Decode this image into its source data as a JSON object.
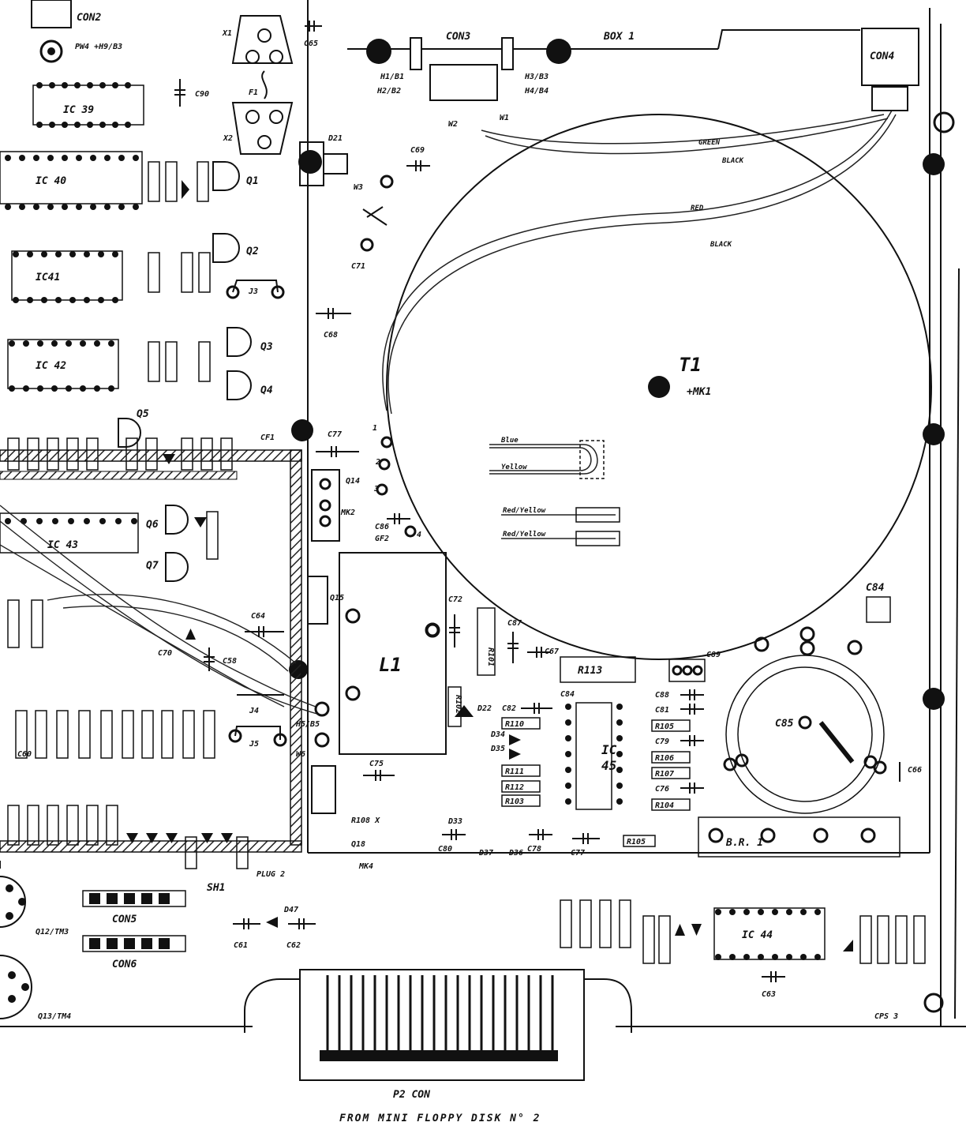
{
  "connectors": {
    "con2": "CON2",
    "con3": "CON3",
    "con4": "CON4",
    "con5": "CON5",
    "con6": "CON6",
    "box": "BOX 1",
    "p2": "P2 CON",
    "cps3": "CPS 3"
  },
  "footer": {
    "source": "FROM MINI FLOPPY DISK N° 2"
  },
  "transformer": {
    "label": "T1",
    "mount": "+MK1"
  },
  "inductor": {
    "label": "L1"
  },
  "ics": {
    "ic39": "IC 39",
    "ic40": "IC 40",
    "ic41": "IC41",
    "ic42": "IC 42",
    "ic43": "IC 43",
    "ic44": "IC 44",
    "ic45_a": "IC",
    "ic45_b": "45"
  },
  "transistors": {
    "q1": "Q1",
    "q2": "Q2",
    "q3": "Q3",
    "q4": "Q4",
    "q5": "Q5",
    "q6": "Q6",
    "q7": "Q7",
    "q14": "Q14",
    "q15": "Q15",
    "q18": "Q18",
    "q12": "Q12/TM3",
    "q13": "Q13/TM4"
  },
  "capacitors": {
    "c65": "C65",
    "c90": "C90",
    "c69": "C69",
    "c71": "C71",
    "c68": "C68",
    "c77": "C77",
    "c86": "C86",
    "c72": "C72",
    "c87": "C87",
    "c67": "C67",
    "c84": "C84",
    "c85": "C85",
    "c64": "C64",
    "c58": "C58",
    "c70": "C70",
    "c60": "C60",
    "c61": "C61",
    "c62": "C62",
    "c63": "C63",
    "c75": "C75",
    "c80": "C80",
    "c78": "C78",
    "c77b": "C77",
    "c82": "C82",
    "c81": "C81",
    "c88": "C88",
    "c79": "C79",
    "c76": "C76",
    "c66": "C66",
    "c84b": "C84",
    "c89": "C89"
  },
  "resistors": {
    "r113": "R113",
    "r101": "R101",
    "r102": "R102",
    "r110": "R110",
    "r111": "R111",
    "r112": "R112",
    "r103": "R103",
    "r105": "R105",
    "r106": "R106",
    "r107": "R107",
    "r104": "R104",
    "r105b": "R105",
    "r108": "R108 X"
  },
  "diodes": {
    "d21": "D21",
    "d22": "D22",
    "d34": "D34",
    "d35": "D35",
    "d36": "D36",
    "d37": "D37",
    "d33": "D33",
    "d47": "D47"
  },
  "mounts": {
    "h1b1": "H1/B1",
    "h2b2": "H2/B2",
    "h3b3": "H3/B3",
    "h4b4": "H4/B4",
    "h5b5": "H5/B5",
    "mk2": "MK2",
    "mk4": "MK4",
    "gf2": "GF2",
    "cf1": "CF1",
    "br1": "B.R. 1",
    "sh1": "SH1",
    "plug2": "PLUG 2",
    "pw": "PW4 +H9/B3"
  },
  "jumpers": {
    "j3": "J3",
    "j4": "J4",
    "j5": "J5",
    "x1": "X1",
    "x2": "X2",
    "f1": "F1"
  },
  "wires": {
    "w1": "W1",
    "w2": "W2",
    "w3": "W3",
    "w6": "W6",
    "green": "GREEN",
    "black1": "BLACK",
    "red": "RED",
    "black2": "BLACK",
    "blue": "Blue",
    "yellow": "Yellow",
    "redyellow1": "Red/Yellow",
    "redyellow2": "Red/Yellow"
  },
  "pins": {
    "p1": "1",
    "p2": "2",
    "p3": "3",
    "p4": "4"
  }
}
